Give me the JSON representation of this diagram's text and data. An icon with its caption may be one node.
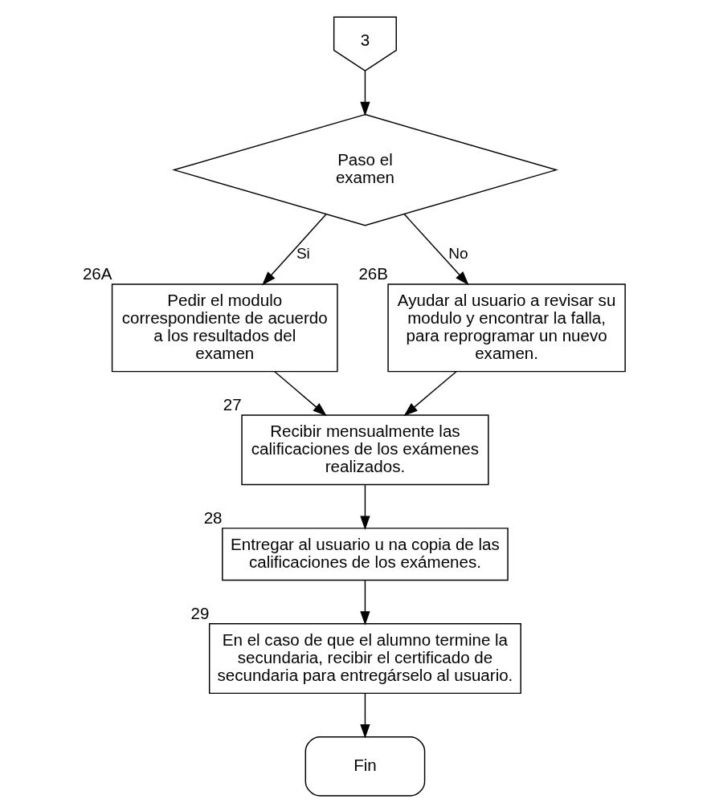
{
  "diagram": {
    "nodes": [
      {
        "text": [
          "3"
        ]
      },
      {
        "text": [
          "Paso el examen"
        ]
      },
      {
        "text": [
          "Pedir el modulo correspondiente de acuerdo a los resultados del examen"
        ],
        "beside": [
          "26A"
        ]
      },
      {
        "text": [
          "Ayudar al usuario a revisar su modulo y encontrar la falla, para reprogramar un nuevo examen."
        ],
        "beside": [
          "26B"
        ]
      },
      {
        "text": [
          "Recibir mensualmente las calificaciones de los exámenes realizados."
        ],
        "beside": [
          "27"
        ]
      },
      {
        "text": [
          "Entregar al usuario u na copia de las calificaciones de los exámenes."
        ],
        "beside": [
          "28"
        ]
      },
      {
        "text": [
          "En el caso de que el alumno termine la secundaria, recibir el certificado de secundaria para entregárselo al usuario."
        ],
        "beside": [
          "29"
        ]
      },
      {
        "text": [
          "Fin"
        ]
      }
    ],
    "edges": [
      {
        "from": 0,
        "to": 1,
        "arrow": "to"
      },
      {
        "from": 1,
        "to": 2,
        "arrow": "to",
        "label": "Si"
      },
      {
        "from": 1,
        "to": 3,
        "arrow": "to",
        "label": "No"
      },
      {
        "from": 2,
        "to": 4,
        "arrow": "to"
      },
      {
        "from": 3,
        "to": 4,
        "arrow": "to"
      },
      {
        "from": 4,
        "to": 5,
        "arrow": "to"
      },
      {
        "from": 5,
        "to": 6,
        "arrow": "to"
      },
      {
        "from": 6,
        "to": 7,
        "arrow": "to"
      }
    ]
  }
}
